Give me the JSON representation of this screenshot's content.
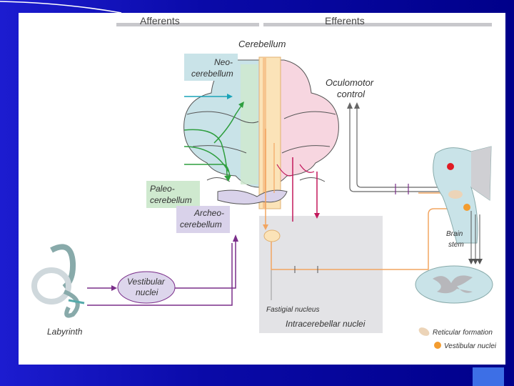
{
  "headers": {
    "afferents": "Afferents",
    "efferents": "Efferents"
  },
  "labels": {
    "cerebellum": "Cerebellum",
    "neo_line1": "Neo-",
    "neo_line2": "cerebellum",
    "paleo_line1": "Paleo-",
    "paleo_line2": "cerebellum",
    "archeo_line1": "Archeo-",
    "archeo_line2": "cerebellum",
    "oculomotor_line1": "Oculomotor",
    "oculomotor_line2": "control",
    "vestibular_line1": "Vestibular",
    "vestibular_line2": "nuclei",
    "labyrinth": "Labyrinth",
    "brain_stem_line1": "Brain",
    "brain_stem_line2": "stem",
    "fastigial_nucleus": "Fastigial nucleus",
    "intracerebellar_nuclei": "Intracerebellar nuclei"
  },
  "legend": {
    "reticular_formation": "Reticular formation",
    "vestibular_nuclei": "Vestibular nuclei"
  },
  "colors": {
    "slide_blue": "#0a0aa8",
    "neo": "#c9e3e8",
    "paleo": "#c8e6c9",
    "archeo": "#d9d2ea",
    "purple_path": "#7a2e8a",
    "teal_arrow": "#1aa3b8",
    "green_arrow": "#2e9e3e",
    "orange_path": "#f2a561",
    "magenta_path": "#c2185b",
    "red_dot": "#e01b24",
    "orange_dot": "#f39c2f",
    "gray_box": "#e3e3e6"
  }
}
